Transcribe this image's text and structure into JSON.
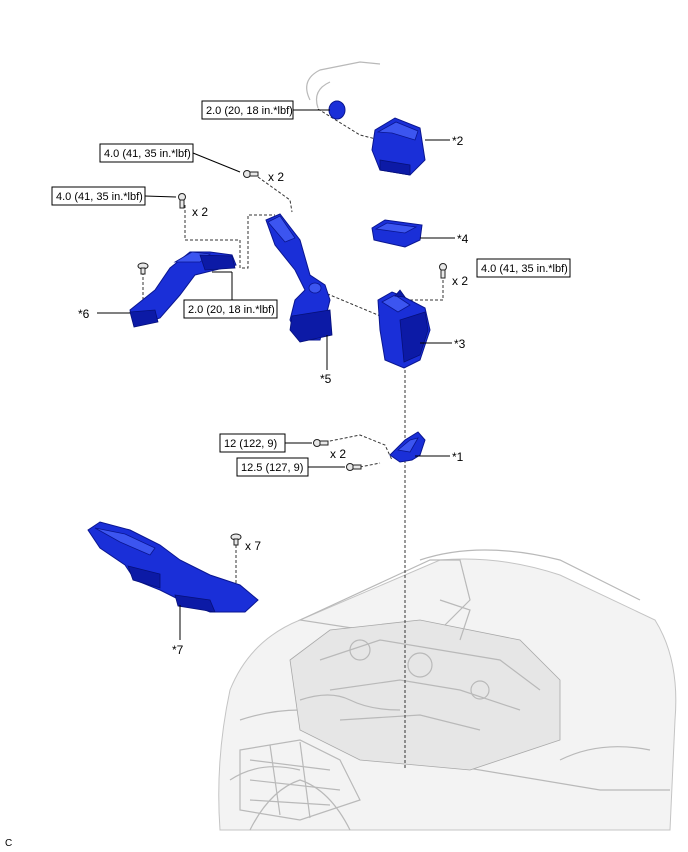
{
  "torque_labels": [
    "2.0 (20, 18 in.*lbf)",
    "4.0 (41, 35 in.*lbf)",
    "4.0 (41, 35 in.*lbf)",
    "2.0 (20, 18 in.*lbf)",
    "4.0 (41, 35 in.*lbf)",
    "12 (122, 9)",
    "12.5 (127, 9)"
  ],
  "callouts": [
    "*1",
    "*2",
    "*3",
    "*4",
    "*5",
    "*6",
    "*7"
  ],
  "quantities": [
    "x 2",
    "x 2",
    "x 2",
    "x 2",
    "x 7"
  ],
  "corner_mark": "C",
  "colors": {
    "part": "#1a2fd8",
    "outline": "#000000",
    "ghost": "#b9b9b9"
  }
}
